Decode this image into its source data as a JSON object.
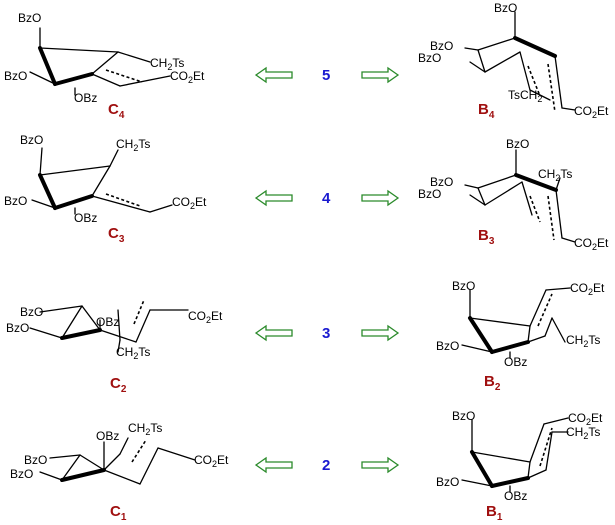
{
  "groups": {
    "bz_o": "BzO",
    "o_bz": "OBz",
    "ch2": "CH",
    "ts": "Ts",
    "ts_c": "TsCH",
    "co": "CO",
    "et": "Et",
    "sub2": "2"
  },
  "rows": [
    {
      "step": "5",
      "left": {
        "letter": "C",
        "index": "4"
      },
      "right": {
        "letter": "B",
        "index": "4"
      }
    },
    {
      "step": "4",
      "left": {
        "letter": "C",
        "index": "3"
      },
      "right": {
        "letter": "B",
        "index": "3"
      }
    },
    {
      "step": "3",
      "left": {
        "letter": "C",
        "index": "2"
      },
      "right": {
        "letter": "B",
        "index": "2"
      }
    },
    {
      "step": "2",
      "left": {
        "letter": "C",
        "index": "1"
      },
      "right": {
        "letter": "B",
        "index": "1"
      }
    }
  ],
  "colors": {
    "label": "#a01010",
    "step": "#1a1ad0",
    "arrow": "#2a8a2a"
  }
}
